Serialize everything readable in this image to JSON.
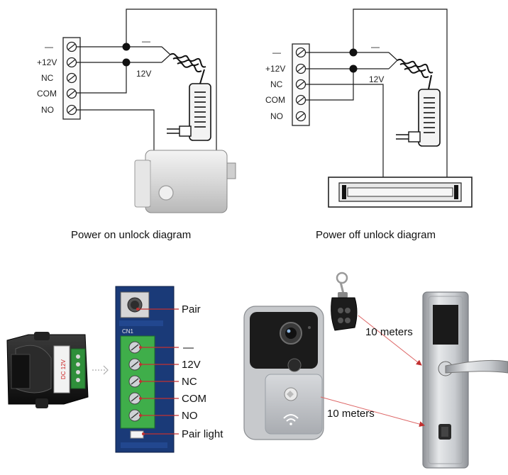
{
  "diagram1": {
    "caption": "Power on unlock diagram",
    "terminals": [
      "—",
      "+12V",
      "NC",
      "COM",
      "NO"
    ],
    "voltage_label": "12V",
    "wire_minus_label": "—"
  },
  "diagram2": {
    "caption": "Power off unlock diagram",
    "terminals": [
      "—",
      "+12V",
      "NC",
      "COM",
      "NO"
    ],
    "voltage_label": "12V",
    "wire_minus_label": "—"
  },
  "board": {
    "header_label": "CN1",
    "callouts": [
      "Pair",
      "—",
      "12V",
      "NC",
      "COM",
      "NO",
      "Pair light"
    ]
  },
  "receiver": {
    "sticker_text": "DC 12V"
  },
  "distances": {
    "remote_label": "10 meters",
    "doorbell_label": "10 meters"
  },
  "colors": {
    "wire": "#1c1c1c",
    "board_blue": "#1a3a78",
    "terminal_green": "#3fae4a",
    "arrow_red": "#d23a3a",
    "metal": "#b9bcc0"
  }
}
